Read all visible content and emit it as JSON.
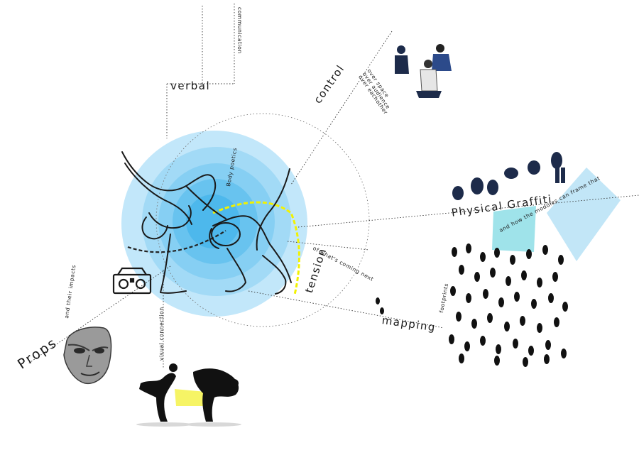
{
  "labels": {
    "verbal": "verbal",
    "communication": "communication",
    "control": "control",
    "control_notes": [
      "over space",
      "over audience",
      "over eachother"
    ],
    "body_poetics": "Body poetics",
    "physical_graffiti": "Physical Graffiti",
    "physical_graffiti_note": "and how the modules can frame that",
    "props": "Props",
    "props_note": "and their impacts",
    "tension": "tension",
    "tension_note": "of what's coming next",
    "mapping": "mapping",
    "footprints": "footprints",
    "visual_connection": "visual connection"
  },
  "colors": {
    "blue_outer": "#bfe6fa",
    "blue_mid": "#8fd2f4",
    "blue_inner": "#5cbdee",
    "highlight_yellow": "#f2f200",
    "panel_teal": "#9fe3ea",
    "panel_blue": "#c2e6f7",
    "ink": "#1a1a1a"
  },
  "icons": [
    "dancer-sketch-icon",
    "boombox-icon",
    "mask-icon",
    "footprints-icon",
    "dancer-group-icon",
    "breakdancer-silhouette-icon"
  ]
}
